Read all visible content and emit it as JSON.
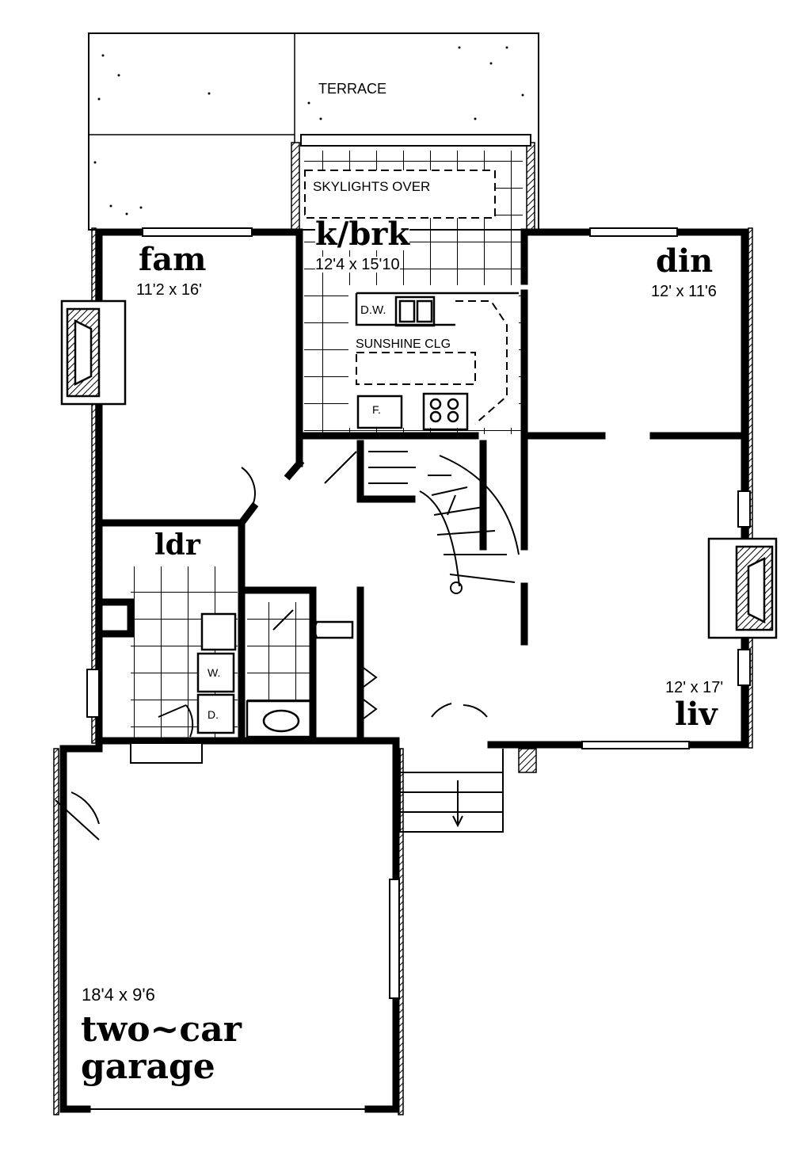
{
  "terrace": {
    "label": "TERRACE"
  },
  "kitchen": {
    "skylights": "SKYLIGHTS OVER",
    "name": "k/brk",
    "size": "12'4 x 15'10",
    "dishwasher": "D.W.",
    "ceiling": "SUNSHINE CLG",
    "fridge": "F."
  },
  "family": {
    "name": "fam",
    "size": "11'2 x 16'"
  },
  "dining": {
    "name": "din",
    "size": "12' x 11'6"
  },
  "laundry": {
    "name": "ldr",
    "washer": "W.",
    "dryer": "D."
  },
  "living": {
    "size": "12' x 17'",
    "name": "liv"
  },
  "garage": {
    "size": "18'4 x 9'6",
    "name_line1": "two~car",
    "name_line2": "garage"
  },
  "colors": {
    "ink": "#000000",
    "paper": "#ffffff"
  }
}
